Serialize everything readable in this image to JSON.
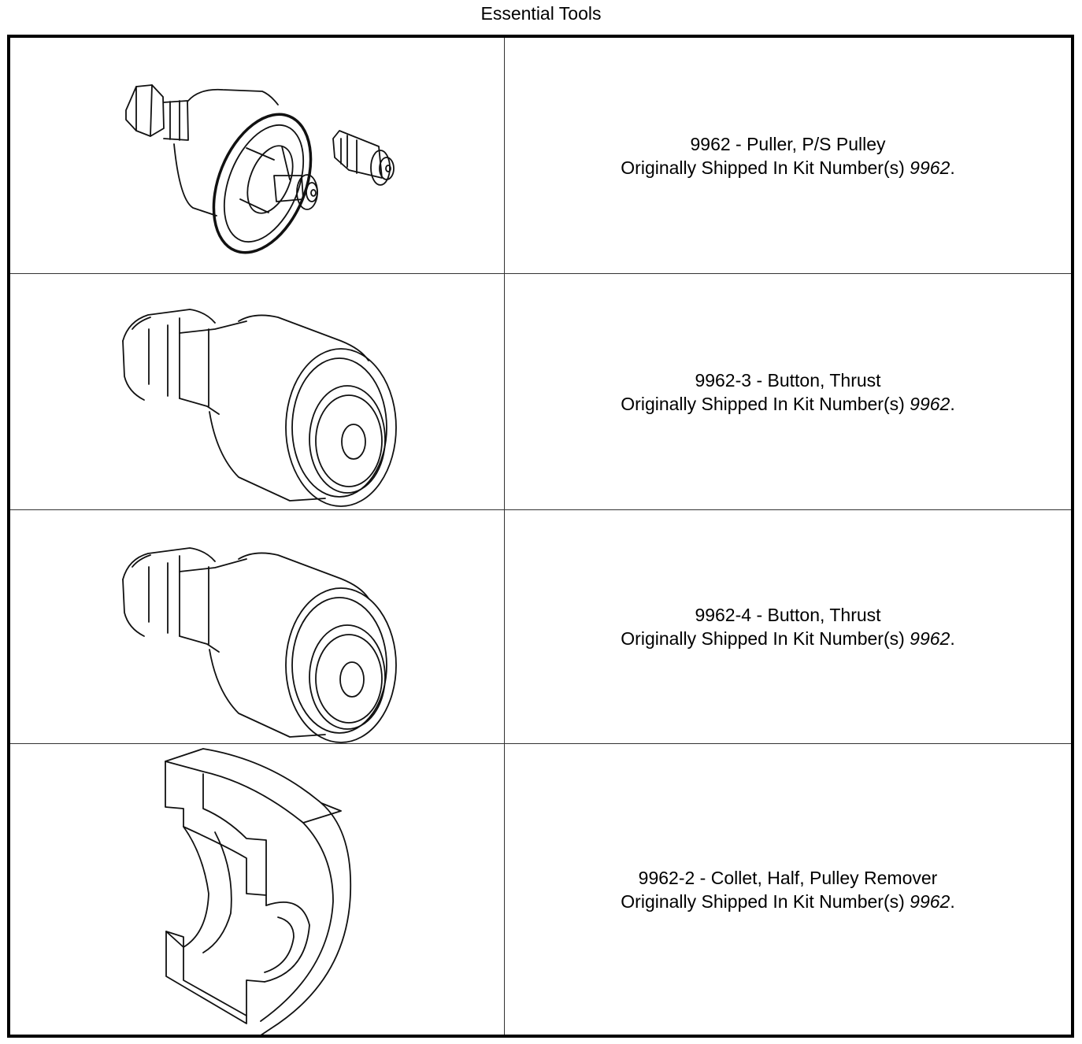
{
  "page": {
    "title": "Essential Tools"
  },
  "tools": [
    {
      "code_name": "9962 - Puller, P/S Pulley",
      "shipped_prefix": "Originally Shipped In Kit Number(s)",
      "kit": "9962",
      "suffix": ".",
      "icon": "pulley-puller-drawing"
    },
    {
      "code_name": "9962-3 - Button, Thrust",
      "shipped_prefix": "Originally Shipped In Kit Number(s)",
      "kit": "9962",
      "suffix": ".",
      "icon": "thrust-button-drawing"
    },
    {
      "code_name": "9962-4 - Button, Thrust",
      "shipped_prefix": "Originally Shipped In Kit Number(s)",
      "kit": "9962",
      "suffix": ".",
      "icon": "thrust-button-drawing"
    },
    {
      "code_name": "9962-2 - Collet, Half, Pulley Remover",
      "shipped_prefix": "Originally Shipped In Kit Number(s)",
      "kit": "9962",
      "suffix": ".",
      "icon": "half-collet-drawing"
    }
  ]
}
